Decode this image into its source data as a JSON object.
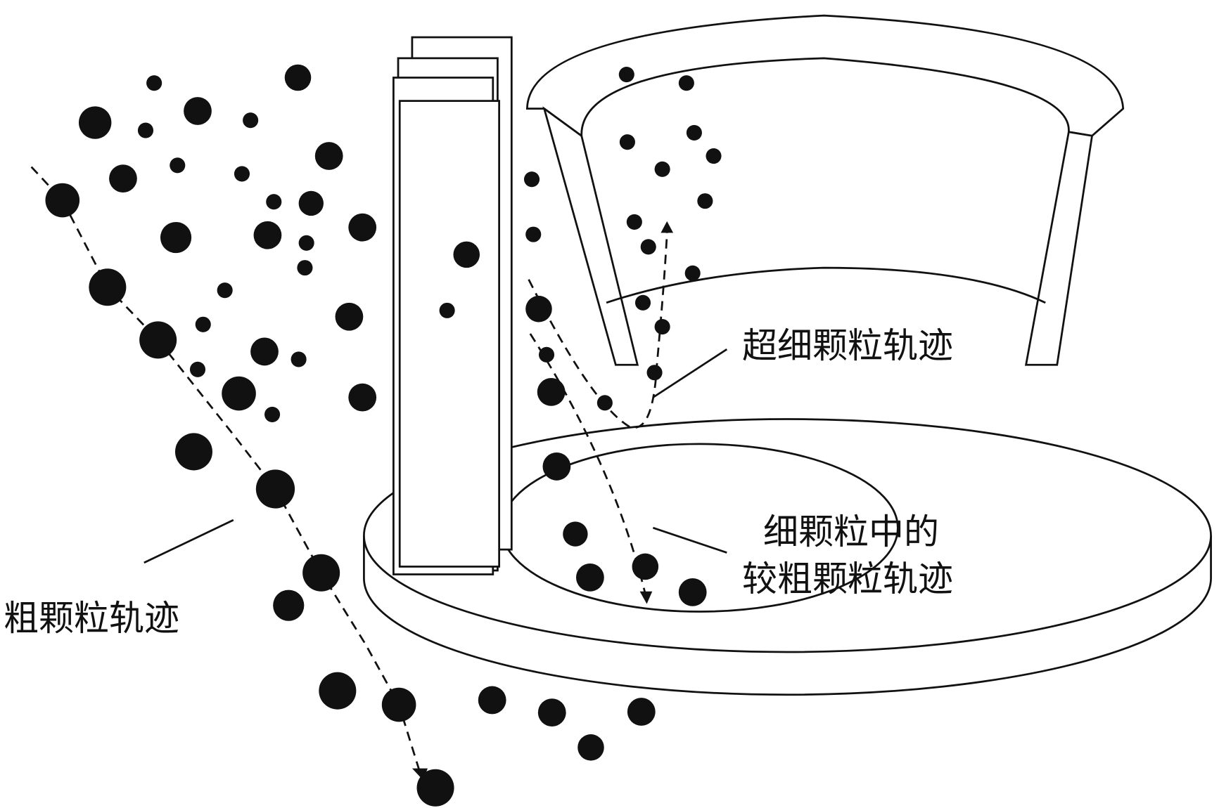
{
  "labels": {
    "ultrafine": "超细颗粒轨迹",
    "coarse_in_fine_line1": "细颗粒中的",
    "coarse_in_fine_line2": "较粗颗粒轨迹",
    "coarse": "粗颗粒轨迹"
  },
  "colors": {
    "ink": "#111111",
    "fill": "#ffffff"
  }
}
